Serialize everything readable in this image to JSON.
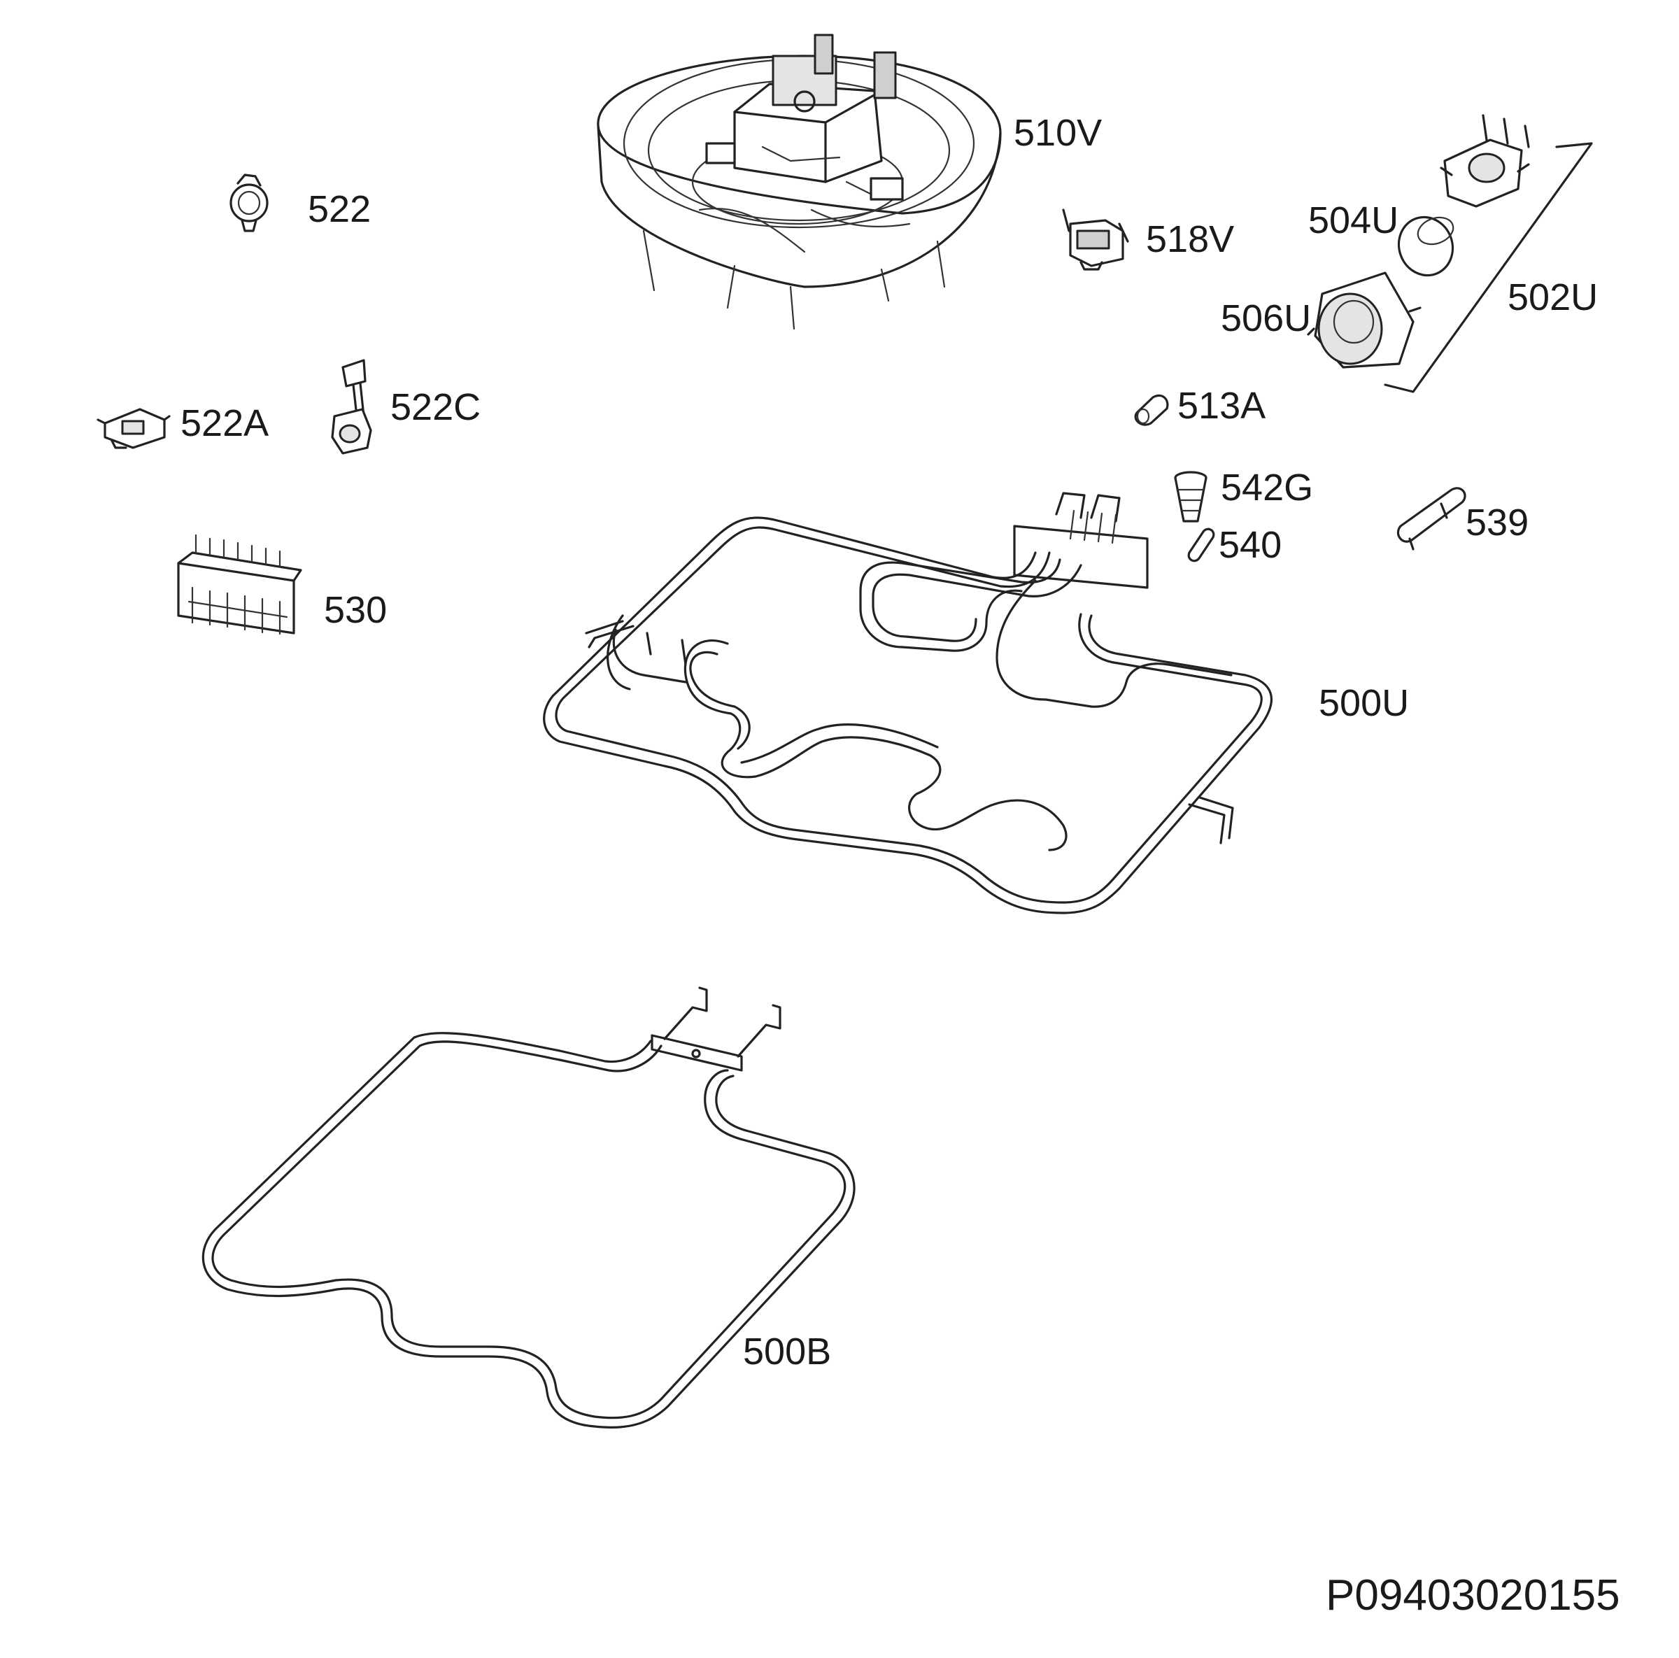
{
  "diagram": {
    "labels": [
      {
        "id": "510V",
        "text": "510V"
      },
      {
        "id": "522",
        "text": "522"
      },
      {
        "id": "518V",
        "text": "518V"
      },
      {
        "id": "504U",
        "text": "504U"
      },
      {
        "id": "502U",
        "text": "502U"
      },
      {
        "id": "506U",
        "text": "506U"
      },
      {
        "id": "522A",
        "text": "522A"
      },
      {
        "id": "522C",
        "text": "522C"
      },
      {
        "id": "513A",
        "text": "513A"
      },
      {
        "id": "542G",
        "text": "542G"
      },
      {
        "id": "539",
        "text": "539"
      },
      {
        "id": "540",
        "text": "540"
      },
      {
        "id": "530",
        "text": "530"
      },
      {
        "id": "500U",
        "text": "500U"
      },
      {
        "id": "500B",
        "text": "500B"
      }
    ],
    "drawing_code": "P09403020155"
  }
}
